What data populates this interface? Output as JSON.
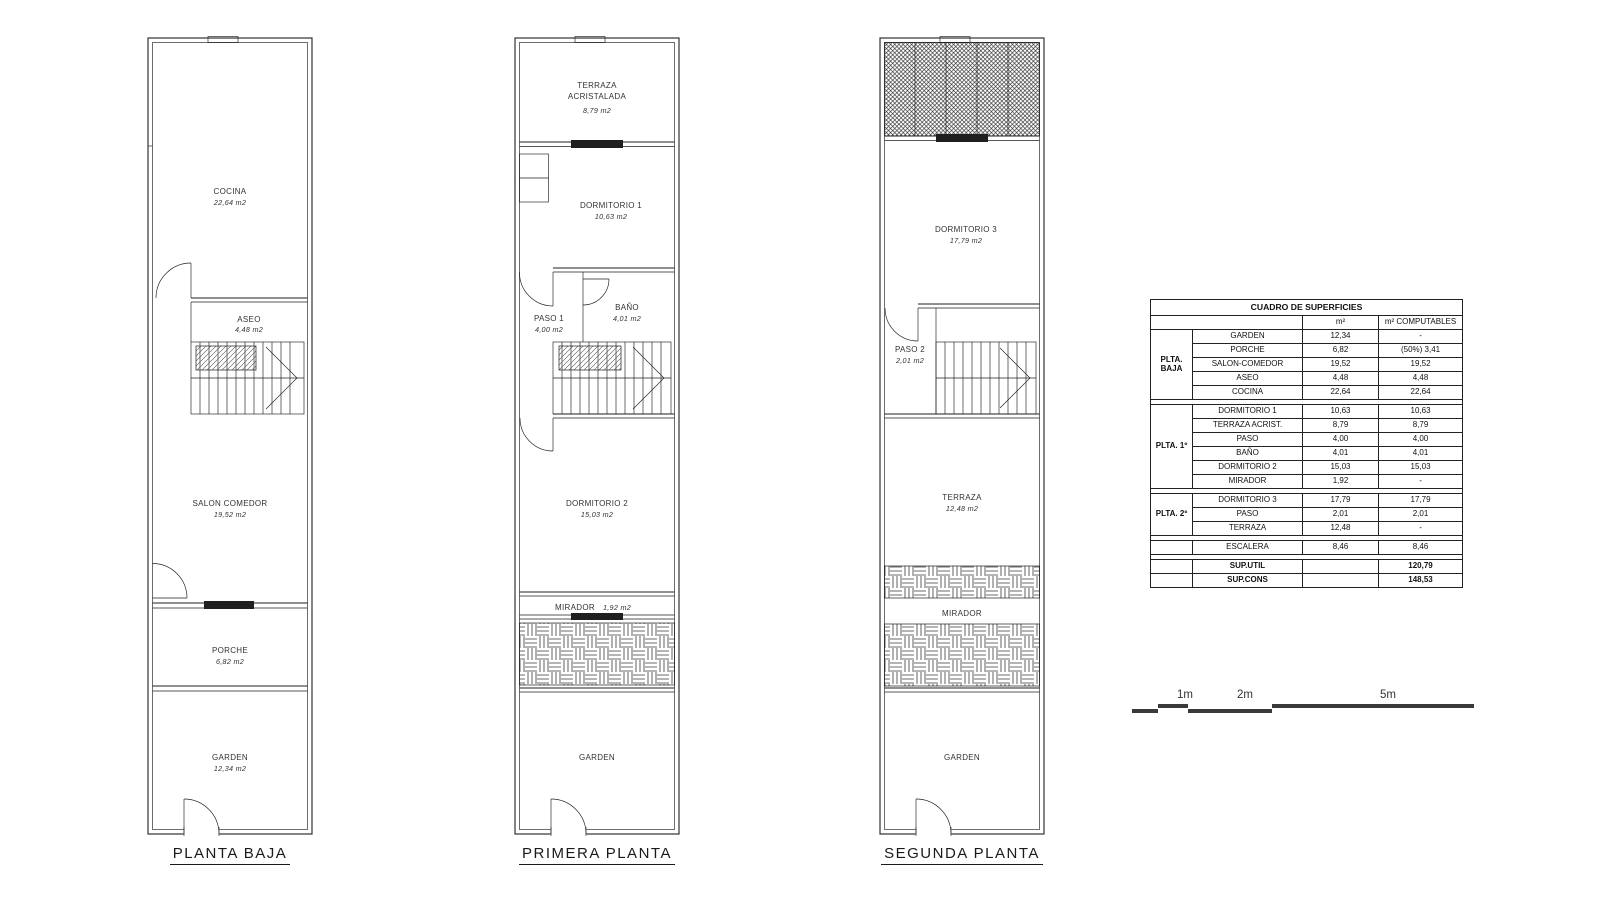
{
  "page": {
    "background": "#ffffff",
    "line_color": "#1f1f1f"
  },
  "plans": [
    {
      "label": "PLANTA BAJA",
      "rooms": {
        "cocina": {
          "name": "COCINA",
          "area": "22,64 m2"
        },
        "aseo": {
          "name": "ASEO",
          "area": "4,48 m2"
        },
        "salon": {
          "name": "SALON COMEDOR",
          "area": "19,52 m2"
        },
        "porche": {
          "name": "PORCHE",
          "area": "6,82 m2"
        },
        "garden": {
          "name": "GARDEN",
          "area": "12,34 m2"
        }
      }
    },
    {
      "label": "PRIMERA PLANTA",
      "rooms": {
        "terraza_acristalada": {
          "name_line1": "TERRAZA",
          "name_line2": "ACRISTALADA",
          "area": "8,79 m2"
        },
        "dormitorio1": {
          "name": "DORMITORIO 1",
          "area": "10,63 m2"
        },
        "paso1": {
          "name": "PASO 1",
          "area": "4,00 m2"
        },
        "bano": {
          "name": "BAÑO",
          "area": "4,01 m2"
        },
        "dormitorio2": {
          "name": "DORMITORIO 2",
          "area": "15,03 m2"
        },
        "mirador": {
          "name": "MIRADOR",
          "area": "1,92 m2"
        },
        "garden": {
          "name": "GARDEN"
        }
      }
    },
    {
      "label": "SEGUNDA PLANTA",
      "rooms": {
        "dormitorio3": {
          "name": "DORMITORIO 3",
          "area": "17,79 m2"
        },
        "paso2": {
          "name": "PASO 2",
          "area": "2,01 m2"
        },
        "terraza": {
          "name": "TERRAZA",
          "area": "12,48 m2"
        },
        "mirador": {
          "name": "MIRADOR"
        },
        "garden": {
          "name": "GARDEN"
        }
      }
    }
  ],
  "table": {
    "title": "CUADRO DE SUPERFICIES",
    "headers": {
      "m2": "m²",
      "computables": "m² COMPUTABLES"
    },
    "groups": [
      {
        "label": "PLTA. BAJA",
        "rows": [
          {
            "name": "GARDEN",
            "m2": "12,34",
            "comp": "-"
          },
          {
            "name": "PORCHE",
            "m2": "6,82",
            "comp": "(50%) 3,41"
          },
          {
            "name": "SALON-COMEDOR",
            "m2": "19,52",
            "comp": "19,52"
          },
          {
            "name": "ASEO",
            "m2": "4,48",
            "comp": "4,48"
          },
          {
            "name": "COCINA",
            "m2": "22,64",
            "comp": "22,64"
          }
        ]
      },
      {
        "label": "PLTA. 1º",
        "rows": [
          {
            "name": "DORMITORIO 1",
            "m2": "10,63",
            "comp": "10,63"
          },
          {
            "name": "TERRAZA ACRIST.",
            "m2": "8,79",
            "comp": "8,79"
          },
          {
            "name": "PASO",
            "m2": "4,00",
            "comp": "4,00"
          },
          {
            "name": "BAÑO",
            "m2": "4,01",
            "comp": "4,01"
          },
          {
            "name": "DORMITORIO 2",
            "m2": "15,03",
            "comp": "15,03"
          },
          {
            "name": "MIRADOR",
            "m2": "1,92",
            "comp": "-"
          }
        ]
      },
      {
        "label": "PLTA. 2º",
        "rows": [
          {
            "name": "DORMITORIO 3",
            "m2": "17,79",
            "comp": "17,79"
          },
          {
            "name": "PASO",
            "m2": "2,01",
            "comp": "2,01"
          },
          {
            "name": "TERRAZA",
            "m2": "12,48",
            "comp": "-"
          }
        ]
      }
    ],
    "escalera": {
      "name": "ESCALERA",
      "m2": "8,46",
      "comp": "8,46"
    },
    "totals": [
      {
        "name": "SUP.UTIL",
        "value": "120,79"
      },
      {
        "name": "SUP.CONS",
        "value": "148,53"
      }
    ]
  },
  "scale_bar": {
    "labels": [
      "1m",
      "2m",
      "5m"
    ]
  }
}
